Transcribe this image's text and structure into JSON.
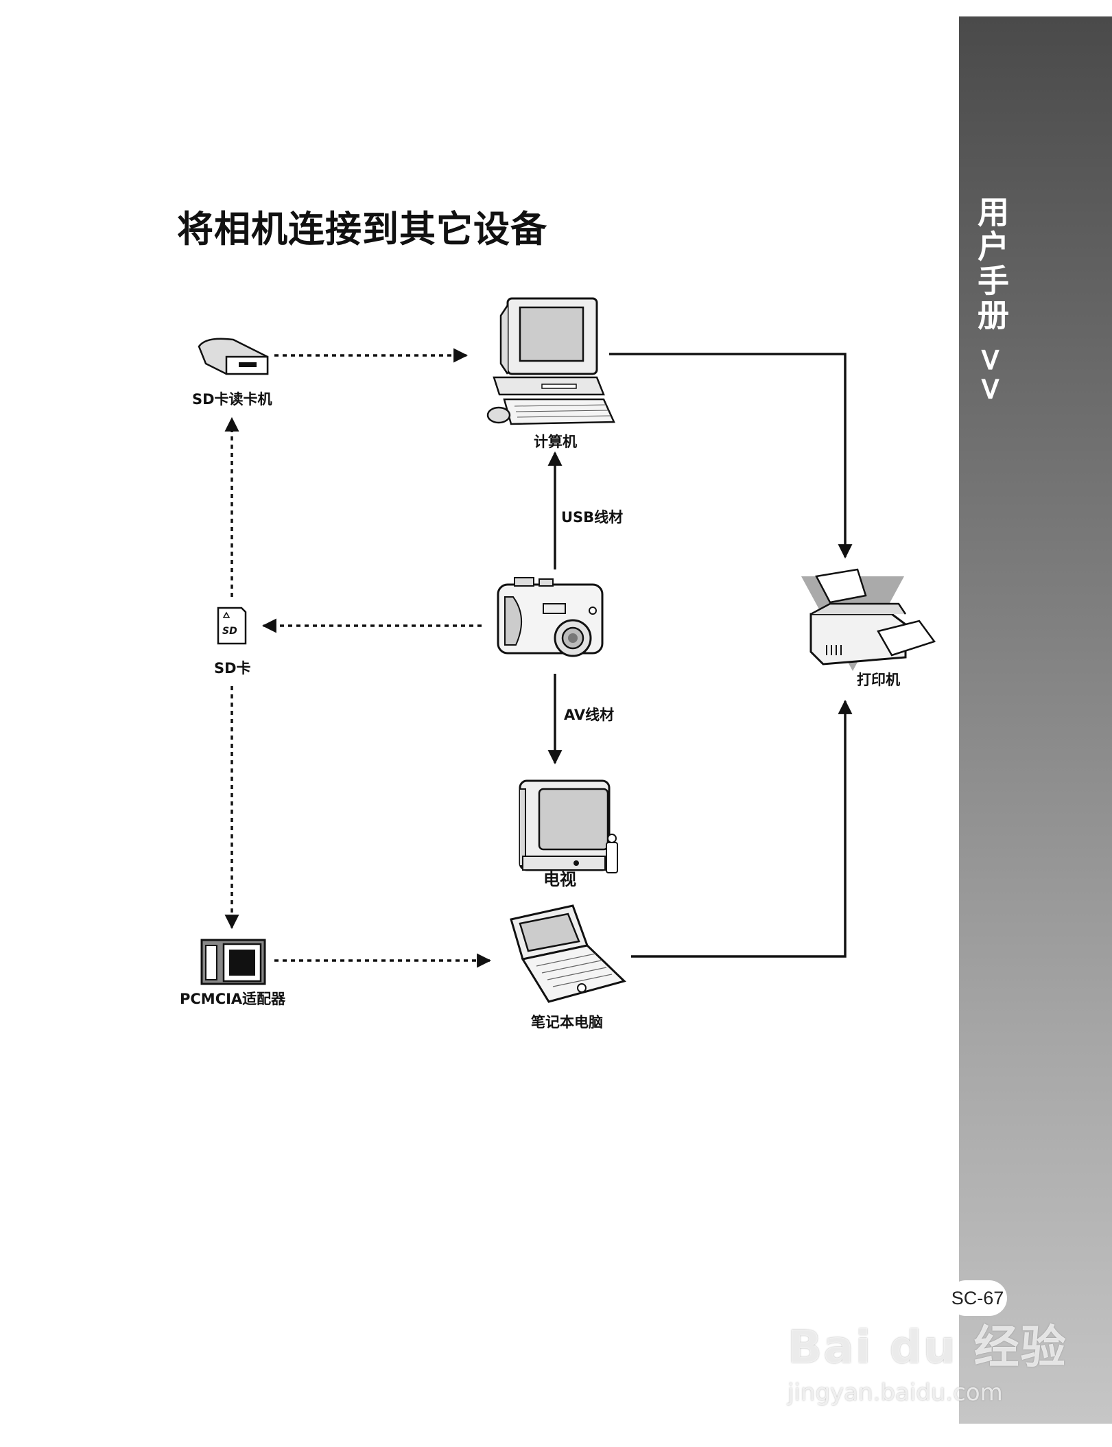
{
  "title": "将相机连接到其它设备",
  "sidebar": {
    "title": "用户手册 >>"
  },
  "page_number": "SC-67",
  "devices": {
    "computer": "计算机",
    "printer": "打印机",
    "tv": "电视",
    "laptop": "笔记本电脑",
    "sd_reader": "SD卡读卡机",
    "sd_card": "SD卡",
    "pcmcia": "PCMCIA适配器"
  },
  "connections": {
    "usb": "USB线材",
    "av": "AV线材"
  },
  "watermark": {
    "brand": "Bai du 经验",
    "url": "jingyan.baidu.com"
  },
  "colors": {
    "sidebar_dark": "#4a4a4a",
    "sidebar_light": "#c6c6c6",
    "line": "#111111"
  }
}
